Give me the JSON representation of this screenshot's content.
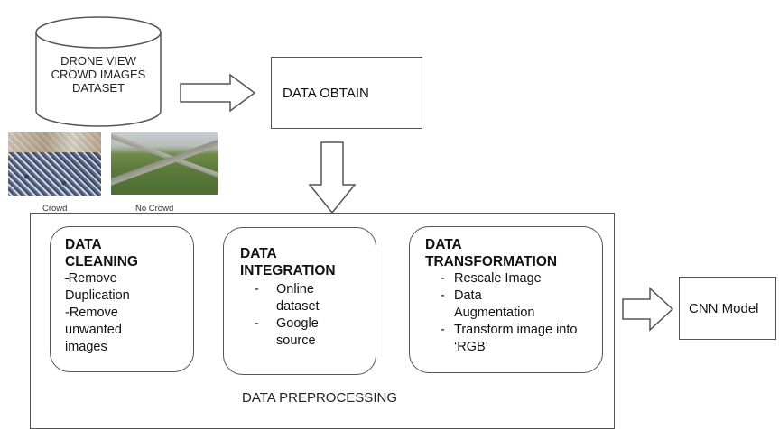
{
  "database": {
    "label_lines": [
      "DRONE VIEW",
      "CROWD  IMAGES",
      "DATASET"
    ]
  },
  "data_obtain": {
    "label": "DATA OBTAIN"
  },
  "sample_images": [
    {
      "caption": "Crowd"
    },
    {
      "caption": "No Crowd"
    }
  ],
  "preprocessing": {
    "label": "DATA PREPROCESSING",
    "cleaning": {
      "title_lines": [
        "DATA",
        "CLEANING"
      ],
      "items": [
        "-Remove",
        "Duplication",
        "-Remove",
        "unwanted",
        "images"
      ]
    },
    "integration": {
      "title_lines": [
        "DATA",
        "INTEGRATION"
      ],
      "items": [
        "Online dataset",
        "Google source"
      ]
    },
    "transformation": {
      "title_lines": [
        "DATA",
        "TRANSFORMATION"
      ],
      "items": [
        "Rescale Image",
        "Data Augmentation",
        "Transform image into ‘RGB’"
      ]
    }
  },
  "cnn_model": {
    "label": "CNN Model"
  },
  "colors": {
    "stroke": "#555555",
    "fill": "#ffffff",
    "text": "#111111"
  }
}
